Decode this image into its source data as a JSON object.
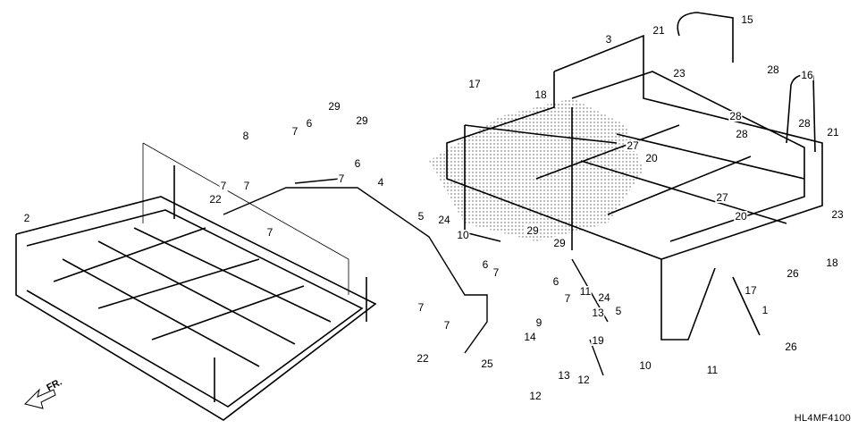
{
  "diagram": {
    "code": "HL4MF4100",
    "direction_label": "FR.",
    "callouts": [
      "15",
      "16",
      "21",
      "3",
      "23",
      "28",
      "18",
      "17",
      "28",
      "28",
      "28",
      "21",
      "27",
      "20",
      "29",
      "29",
      "6",
      "8",
      "7",
      "6",
      "7",
      "4",
      "22",
      "7",
      "2",
      "5",
      "24",
      "10",
      "29",
      "29",
      "6",
      "7",
      "6",
      "11",
      "7",
      "7",
      "7",
      "9",
      "13",
      "5",
      "24",
      "14",
      "19",
      "22",
      "25",
      "13",
      "12",
      "12",
      "10",
      "11",
      "17",
      "26",
      "1",
      "26",
      "18",
      "27",
      "20",
      "23",
      "7",
      "7"
    ]
  }
}
